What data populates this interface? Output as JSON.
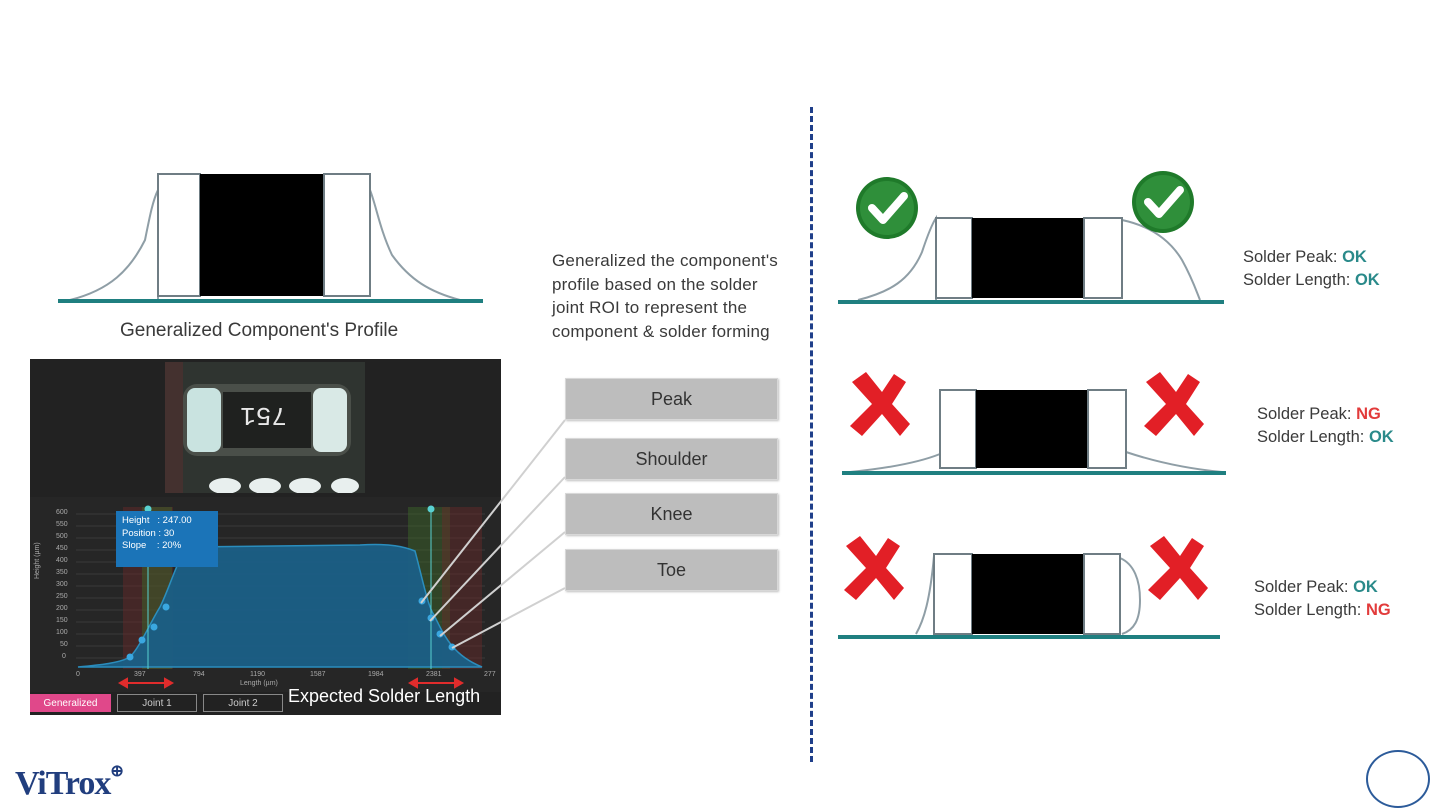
{
  "left": {
    "profile_caption": "Generalized Component's Profile",
    "description_lines": [
      "Generalized the component's",
      "profile based on the solder",
      "joint ROI to represent the",
      "component & solder forming"
    ],
    "terms": [
      "Peak",
      "Shoulder",
      "Knee",
      "Toe"
    ]
  },
  "inspector": {
    "tooltip_lines": [
      "Height   : 247.00",
      "Position : 30",
      "Slope    : 20%"
    ],
    "y_axis_label": "Height (µm)",
    "x_axis_label": "Length (µm)",
    "y_ticks": [
      "600",
      "550",
      "500",
      "450",
      "400",
      "350",
      "300",
      "250",
      "200",
      "150",
      "100",
      "50",
      "0"
    ],
    "x_ticks": [
      "0",
      "397",
      "794",
      "1190",
      "1587",
      "1984",
      "2381",
      "277"
    ],
    "expected_label": "Expected Solder Length",
    "tabs": [
      "Generalized",
      "Joint 1",
      "Joint 2"
    ],
    "active_tab": "Generalized"
  },
  "results": [
    {
      "marks": [
        "check-icon",
        "check-icon"
      ],
      "peak_label": "Solder Peak:",
      "peak_value": "OK",
      "length_label": "Solder Length:",
      "length_value": "OK"
    },
    {
      "marks": [
        "cross-icon",
        "cross-icon"
      ],
      "peak_label": "Solder Peak:",
      "peak_value": "NG",
      "length_label": "Solder Length:",
      "length_value": "OK"
    },
    {
      "marks": [
        "cross-icon",
        "cross-icon"
      ],
      "peak_label": "Solder Peak:",
      "peak_value": "OK",
      "length_label": "Solder Length:",
      "length_value": "NG"
    }
  ],
  "brand": {
    "logo_text": "ViTrox",
    "logo_mark": "⊕"
  },
  "colors": {
    "ok": "#2a8a8a",
    "ng": "#e23b3b",
    "baseline": "#1f7f80",
    "divider": "#1f3f8a",
    "active_tab": "#e0488a"
  }
}
